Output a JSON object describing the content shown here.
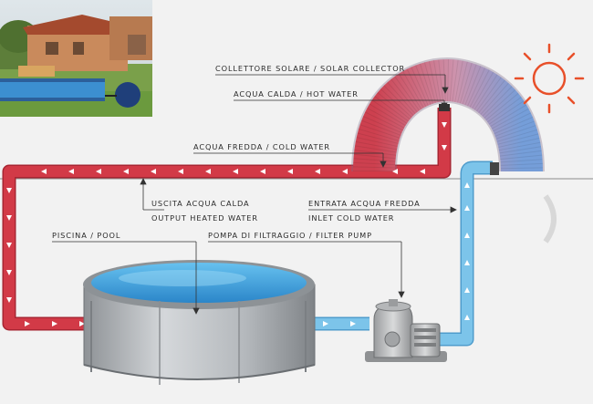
{
  "labels": {
    "solar_collector": "COLLETTORE SOLARE / SOLAR COLLECTOR",
    "hot_water": "ACQUA CALDA / HOT WATER",
    "cold_water": "ACQUA FREDDA / COLD WATER",
    "output_it": "USCITA ACQUA CALDA",
    "output_en": "OUTPUT HEATED WATER",
    "inlet_it": "ENTRATA ACQUA FREDDA",
    "inlet_en": "INLET COLD WATER",
    "pool": "PISCINA / POOL",
    "filter_pump": "POMPA DI FILTRAGGIO / FILTER PUMP"
  },
  "colors": {
    "hot_pipe": "#d23a47",
    "hot_pipe_dark": "#a82532",
    "cold_pipe": "#7cc4ea",
    "cold_pipe_dark": "#4e9ccc",
    "sun": "#e8502a",
    "pool_water": "#3fa3dc",
    "pool_wall": "#b9bcc0",
    "background": "#f2f2f2"
  },
  "icons": {
    "sun": "sun-icon",
    "photo": "house-pool-photo"
  }
}
